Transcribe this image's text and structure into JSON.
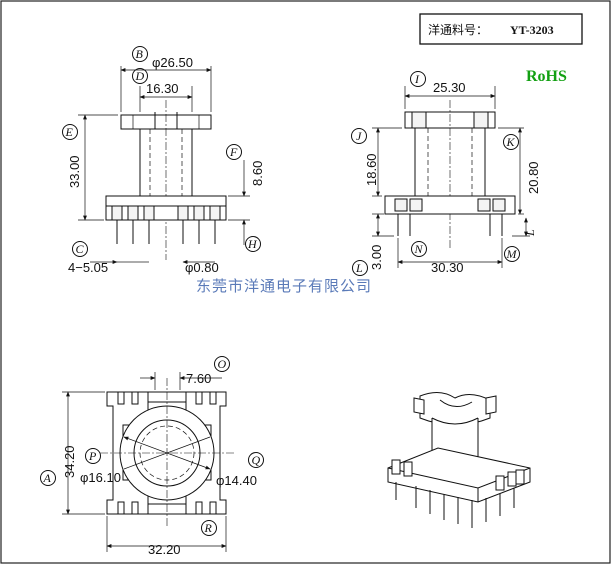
{
  "part_label": {
    "prefix": "洋通料号：",
    "number": "YT-3203"
  },
  "rohs": "RoHS",
  "watermark": "东莞市洋通电子有限公司",
  "front_view": {
    "tags": {
      "b": "B",
      "d": "D",
      "e": "E",
      "f": "F",
      "c": "C",
      "h": "H"
    },
    "dims": {
      "flange_width": "φ26.50",
      "core_width": "16.30",
      "height": "33.00",
      "base_height": "8.60",
      "pin_pitch": "4−5.05",
      "pin_dia": "φ0.80"
    }
  },
  "side_view": {
    "tags": {
      "i": "I",
      "j": "J",
      "k": "K",
      "l": "L",
      "m": "M",
      "n": "N"
    },
    "dims": {
      "top_width": "25.30",
      "winding_height": "18.60",
      "body_height": "20.80",
      "pin_length": "3.00",
      "pin_span": "30.30"
    }
  },
  "bottom_view": {
    "tags": {
      "o": "O",
      "p": "P",
      "q": "Q",
      "a": "A",
      "r": "R"
    },
    "dims": {
      "slot_width": "7.60",
      "outer_height": "34.20",
      "inner_dia": "φ16.10",
      "bore_dia": "φ14.40",
      "base_width": "32.20"
    }
  },
  "iso_view": {
    "description": ""
  }
}
